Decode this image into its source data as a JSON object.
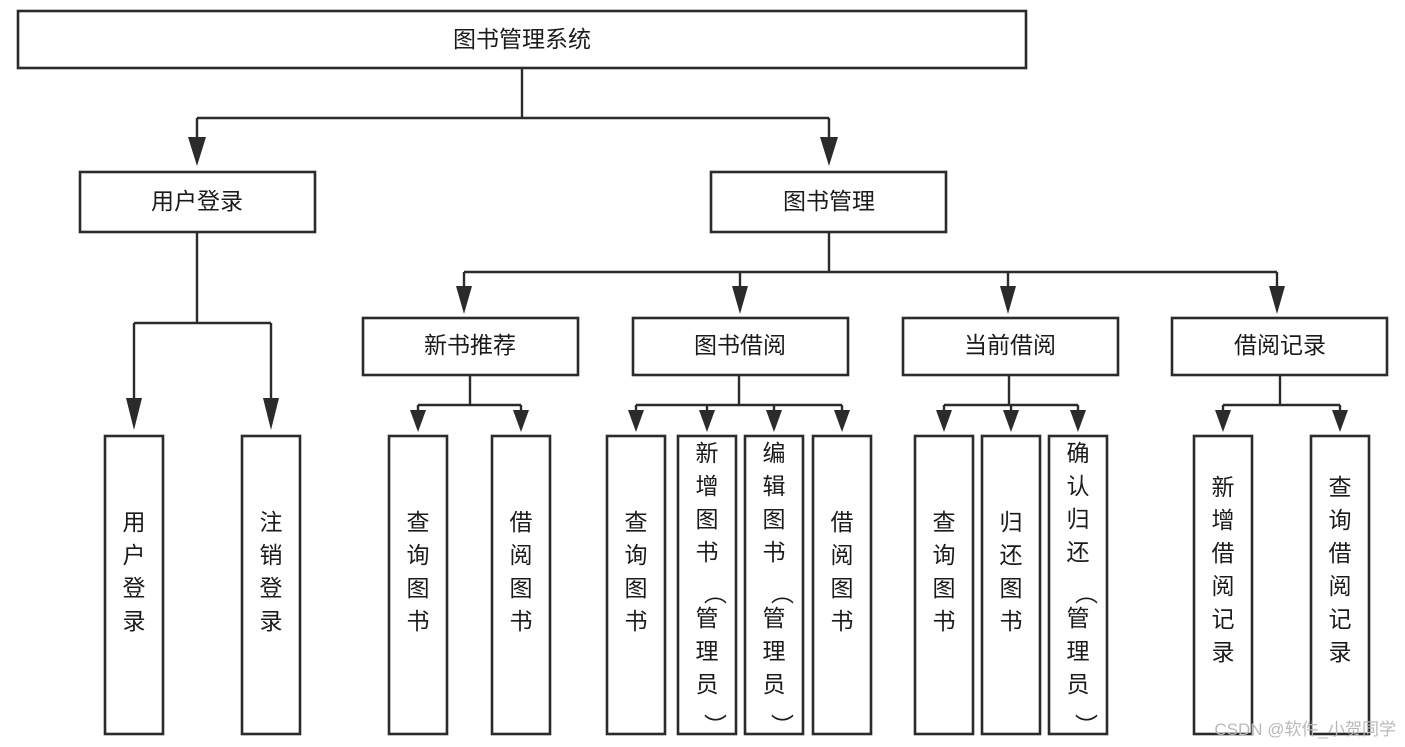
{
  "diagram": {
    "title": "图书管理系统",
    "type": "tree-hierarchy-chart",
    "orientation": "top-down",
    "root": {
      "label": "图书管理系统"
    },
    "level1": [
      {
        "label": "用户登录"
      },
      {
        "label": "图书管理"
      }
    ],
    "level2": [
      {
        "label": "新书推荐"
      },
      {
        "label": "图书借阅"
      },
      {
        "label": "当前借阅"
      },
      {
        "label": "借阅记录"
      }
    ],
    "leaves": {
      "user_login": [
        {
          "label": "用户登录"
        },
        {
          "label": "注销登录"
        }
      ],
      "new_book_recommend": [
        {
          "label": "查询图书"
        },
        {
          "label": "借阅图书"
        }
      ],
      "book_borrow": [
        {
          "label": "查询图书"
        },
        {
          "label": "新增图书（管理员）"
        },
        {
          "label": "编辑图书（管理员）"
        },
        {
          "label": "借阅图书"
        }
      ],
      "current_borrow": [
        {
          "label": "查询图书"
        },
        {
          "label": "归还图书"
        },
        {
          "label": "确认归还（管理员）"
        }
      ],
      "borrow_record": [
        {
          "label": "新增借阅记录"
        },
        {
          "label": "查询借阅记录"
        }
      ]
    }
  },
  "watermark": {
    "text": "CSDN @软件_小贺同学"
  },
  "colors": {
    "stroke": "#2b2b2b",
    "fill": "#ffffff",
    "text": "#1b1b1b",
    "watermark": "#b9b9b9"
  }
}
